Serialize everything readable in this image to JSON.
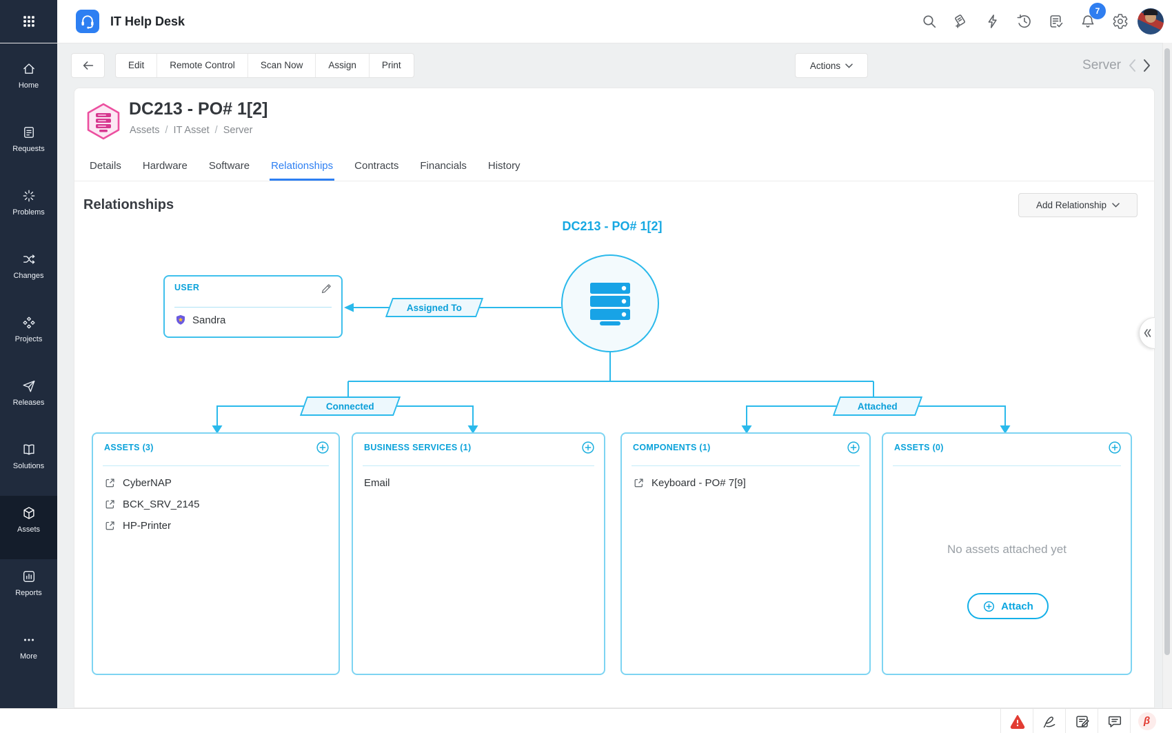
{
  "header": {
    "app_title": "IT Help Desk",
    "notifications_badge": "7"
  },
  "sidebar": {
    "items": [
      {
        "id": "home",
        "label": "Home",
        "icon": "home-icon",
        "active": false
      },
      {
        "id": "requests",
        "label": "Requests",
        "icon": "requests-icon",
        "active": false
      },
      {
        "id": "problems",
        "label": "Problems",
        "icon": "problems-icon",
        "active": false
      },
      {
        "id": "changes",
        "label": "Changes",
        "icon": "changes-icon",
        "active": false
      },
      {
        "id": "projects",
        "label": "Projects",
        "icon": "projects-icon",
        "active": false
      },
      {
        "id": "releases",
        "label": "Releases",
        "icon": "releases-icon",
        "active": false
      },
      {
        "id": "solutions",
        "label": "Solutions",
        "icon": "solutions-icon",
        "active": false
      },
      {
        "id": "assets",
        "label": "Assets",
        "icon": "assets-icon",
        "active": true
      },
      {
        "id": "reports",
        "label": "Reports",
        "icon": "reports-icon",
        "active": false
      },
      {
        "id": "more",
        "label": "More",
        "icon": "more-icon",
        "active": false
      }
    ]
  },
  "toolbar": {
    "buttons": [
      {
        "label": "Edit"
      },
      {
        "label": "Remote Control"
      },
      {
        "label": "Scan Now"
      },
      {
        "label": "Assign"
      },
      {
        "label": "Print"
      }
    ],
    "actions_label": "Actions",
    "record_type": "Server"
  },
  "asset_header": {
    "title": "DC213 - PO# 1[2]",
    "breadcrumb": [
      {
        "label": "Assets"
      },
      {
        "label": "IT Asset"
      },
      {
        "label": "Server"
      }
    ],
    "breadcrumb_separator": "/"
  },
  "tabs": [
    {
      "label": "Details",
      "active": false
    },
    {
      "label": "Hardware",
      "active": false
    },
    {
      "label": "Software",
      "active": false
    },
    {
      "label": "Relationships",
      "active": true
    },
    {
      "label": "Contracts",
      "active": false
    },
    {
      "label": "Financials",
      "active": false
    },
    {
      "label": "History",
      "active": false
    }
  ],
  "relationships": {
    "section_title": "Relationships",
    "add_relationship_label": "Add Relationship",
    "root_node": {
      "label": "DC213 - PO# 1[2]",
      "icon": "server-icon"
    },
    "user_panel": {
      "title": "USER",
      "user_name": "Sandra",
      "user_icon": "shield-star-icon",
      "edit_icon": "pencil-icon"
    },
    "edge_labels": {
      "assigned_to": "Assigned To",
      "connected": "Connected",
      "attached": "Attached"
    },
    "cards": [
      {
        "title": "ASSETS (3)",
        "items": [
          {
            "label": "CyberNAP",
            "icon": "external-link-icon"
          },
          {
            "label": "BCK_SRV_2145",
            "icon": "external-link-icon"
          },
          {
            "label": "HP-Printer",
            "icon": "external-link-icon"
          }
        ]
      },
      {
        "title": "BUSINESS SERVICES (1)",
        "items": [
          {
            "label": "Email",
            "icon": null
          }
        ]
      },
      {
        "title": "COMPONENTS (1)",
        "items": [
          {
            "label": "Keyboard - PO# 7[9]",
            "icon": "external-link-icon"
          }
        ]
      },
      {
        "title": "ASSETS (0)",
        "items": [],
        "empty_message": "No assets attached yet",
        "attach_label": "Attach"
      }
    ]
  },
  "status_bar": {
    "beta_label": "β"
  },
  "colors": {
    "accent_cyan": "#2ab9eb",
    "cyan_text": "#0aa2da",
    "active_tab_blue": "#2d7ff2",
    "sidebar_bg": "#202b3d",
    "sidebar_active_bg": "#141d2b",
    "pink_border": "#ec4f9f",
    "pink_glyph": "#d6378f",
    "alert_red": "#e23c33",
    "badge_blue": "#2f7ef0"
  }
}
